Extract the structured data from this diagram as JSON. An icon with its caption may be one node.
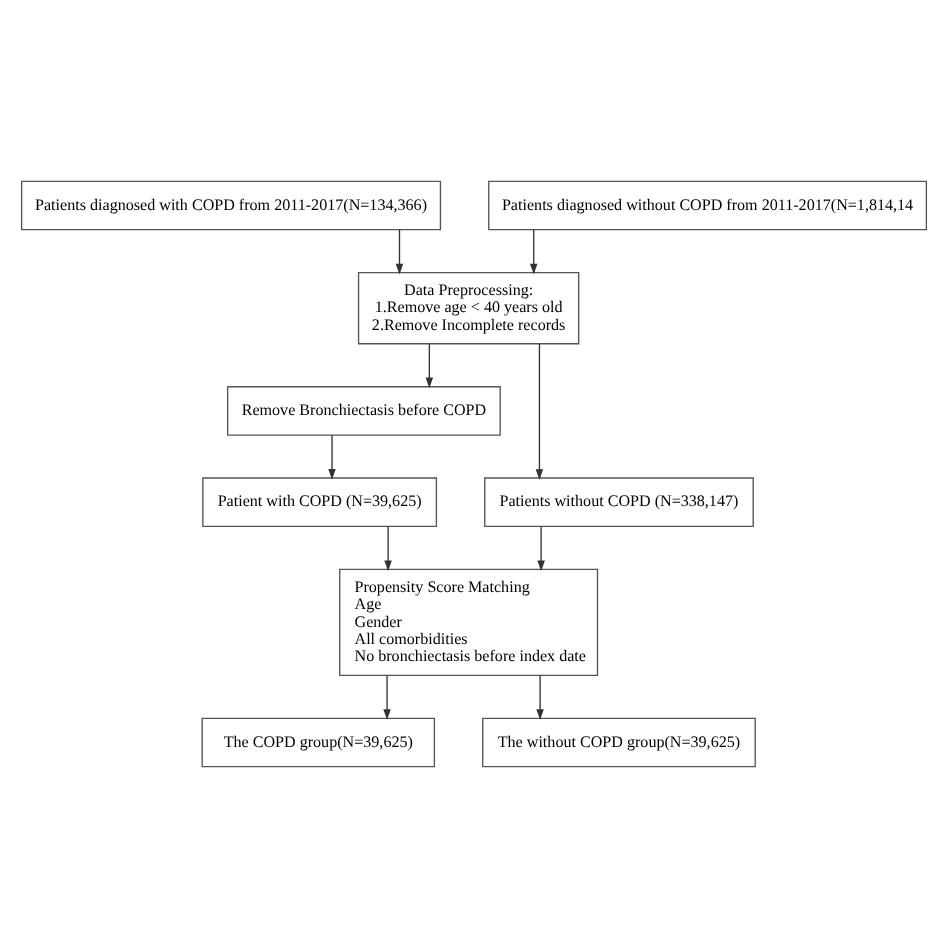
{
  "diagram": {
    "nodes": [
      {
        "text": [
          "Patients diagnosed with COPD from 2011-2017(N=134,366)"
        ]
      },
      {
        "text": [
          "Patients diagnosed without COPD from 2011-2017(N=1,814,14"
        ]
      },
      {
        "text": [
          "Data Preprocessing:",
          "1.Remove age < 40 years old",
          "2.Remove Incomplete records"
        ]
      },
      {
        "text": [
          "Remove Bronchiectasis before COPD"
        ]
      },
      {
        "text": [
          "Patient with COPD (N=39,625)"
        ]
      },
      {
        "text": [
          "Patients without COPD (N=338,147)"
        ]
      },
      {
        "text": [
          "Propensity Score Matching",
          "Age",
          "Gender",
          "All comorbidities",
          "No bronchiectasis before index date"
        ]
      },
      {
        "text": [
          "The COPD group(N=39,625)"
        ]
      },
      {
        "text": [
          "The without COPD group(N=39,625)"
        ]
      }
    ],
    "edges": [
      {
        "from": 0,
        "to": 2,
        "arrow": "to"
      },
      {
        "from": 1,
        "to": 2,
        "arrow": "to"
      },
      {
        "from": 2,
        "to": 3,
        "arrow": "to"
      },
      {
        "from": 2,
        "to": 5,
        "arrow": "to"
      },
      {
        "from": 3,
        "to": 4,
        "arrow": "to"
      },
      {
        "from": 4,
        "to": 6,
        "arrow": "to"
      },
      {
        "from": 5,
        "to": 6,
        "arrow": "to"
      },
      {
        "from": 6,
        "to": 7,
        "arrow": "to"
      },
      {
        "from": 6,
        "to": 8,
        "arrow": "to"
      }
    ]
  }
}
